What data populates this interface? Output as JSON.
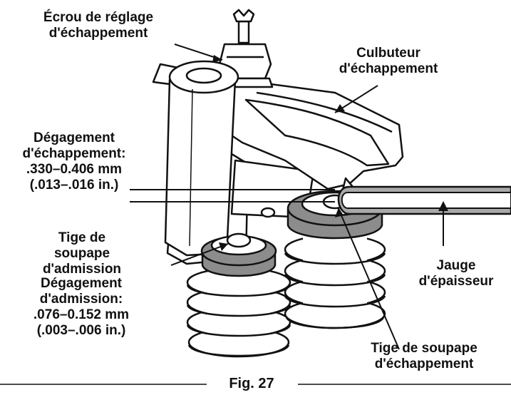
{
  "labels": {
    "exhaust_adjust_nut": [
      "Écrou de réglage",
      "d'échappement"
    ],
    "exhaust_rocker_arm": [
      "Culbuteur",
      "d'échappement"
    ],
    "exhaust_clearance": [
      "Dégagement",
      "d'échappement:",
      ".330–0.406 mm",
      "(.013–.016 in.)"
    ],
    "intake_valve_stem": [
      "Tige de",
      "soupape",
      "d'admission"
    ],
    "intake_clearance": [
      "Dégagement",
      "d'admission:",
      ".076–0.152 mm",
      "(.003–.006 in.)"
    ],
    "feeler_gauge": [
      "Jauge",
      "d'épaisseur"
    ],
    "exhaust_valve_stem": [
      "Tige de soupape",
      "d'échappement"
    ]
  },
  "figure_caption": "Fig. 27",
  "colors": {
    "ink": "#111111",
    "part_fill": "#ffffff",
    "retainer_gray": "#8c8c8c",
    "gauge_gray": "#a9a9a9",
    "shadow_gray": "#cfcfcf"
  }
}
